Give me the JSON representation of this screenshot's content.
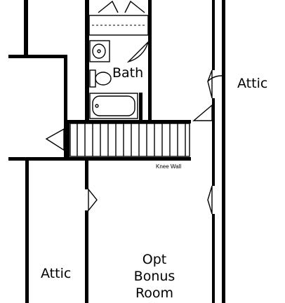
{
  "plan": {
    "rooms": {
      "bath": "Bath",
      "attic_right": "Attic",
      "attic_left": "Attic",
      "bonus_line1": "Opt",
      "bonus_line2": "Bonus",
      "bonus_line3": "Room"
    },
    "annotations": {
      "knee_wall": "Knee Wall"
    }
  }
}
